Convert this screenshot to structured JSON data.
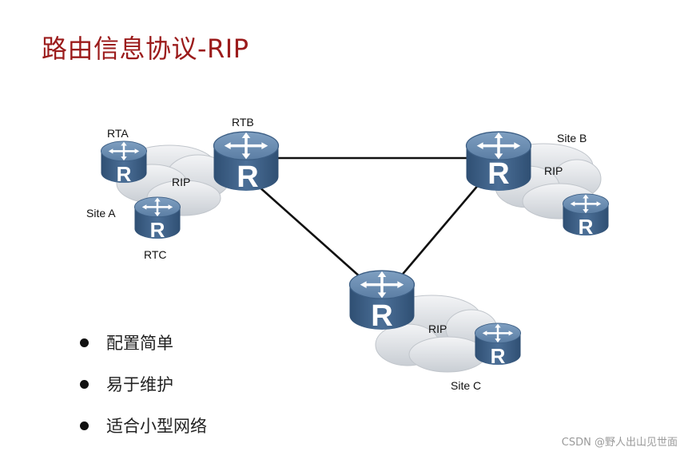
{
  "title": "路由信息协议-RIP",
  "diagram": {
    "routers": {
      "rta": {
        "label": "RTA",
        "glyph": "R"
      },
      "rtb": {
        "label": "RTB",
        "glyph": "R"
      },
      "rtc": {
        "label": "RTC",
        "glyph": "R"
      },
      "sitea_label": "Site A",
      "siteb_main": {
        "glyph": "R"
      },
      "siteb_small": {
        "glyph": "R"
      },
      "sitec_main": {
        "glyph": "R"
      },
      "sitec_small": {
        "glyph": "R"
      }
    },
    "sites": {
      "site_a": "Site A",
      "site_b": "Site B",
      "site_c": "Site C"
    },
    "clouds": {
      "a": "RIP",
      "b": "RIP",
      "c": "RIP"
    },
    "icon": "router-icon",
    "colors": {
      "router_top": "#5a7da3",
      "router_body": "#3b5f86",
      "cloud": "#d6dadf",
      "title": "#9b1b1b"
    }
  },
  "bullets": [
    "配置简单",
    "易于维护",
    "适合小型网络"
  ],
  "watermark": "CSDN @野人出山见世面"
}
